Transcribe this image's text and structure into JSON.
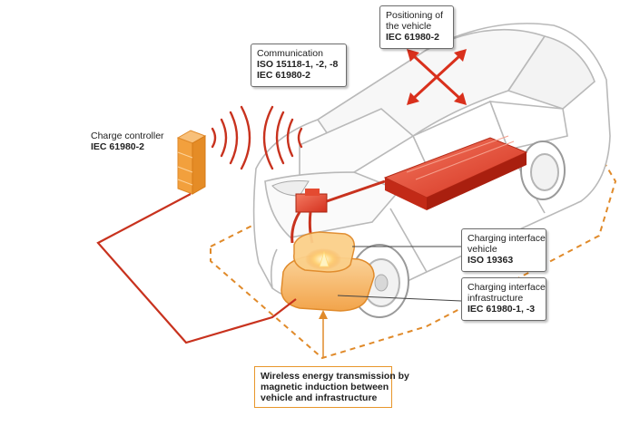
{
  "labels": {
    "positioning": {
      "line1": "Positioning of",
      "line2": "the vehicle",
      "std": "IEC 61980-2"
    },
    "communication": {
      "title": "Communication",
      "std1": "ISO 15118-1, -2, -8",
      "std2": "IEC 61980-2"
    },
    "charge_controller": {
      "title": "Charge controller",
      "std": "IEC 61980-2"
    },
    "interface_vehicle": {
      "line1": "Charging interface",
      "line2": "vehicle",
      "std": "ISO 19363"
    },
    "interface_infrastructure": {
      "line1": "Charging interface",
      "line2": "infrastructure",
      "std": "IEC 61980-1, -3"
    },
    "wireless": {
      "line1": "Wireless energy transmission by",
      "line2": "magnetic induction between",
      "line3": "vehicle and infrastructure"
    }
  },
  "colors": {
    "cable_red": "#c8321e",
    "battery_red": "#e23a24",
    "charger_orange": "#f2a03d",
    "dashed_orange": "#e08a2a",
    "car_outline": "#b9b9b9"
  }
}
